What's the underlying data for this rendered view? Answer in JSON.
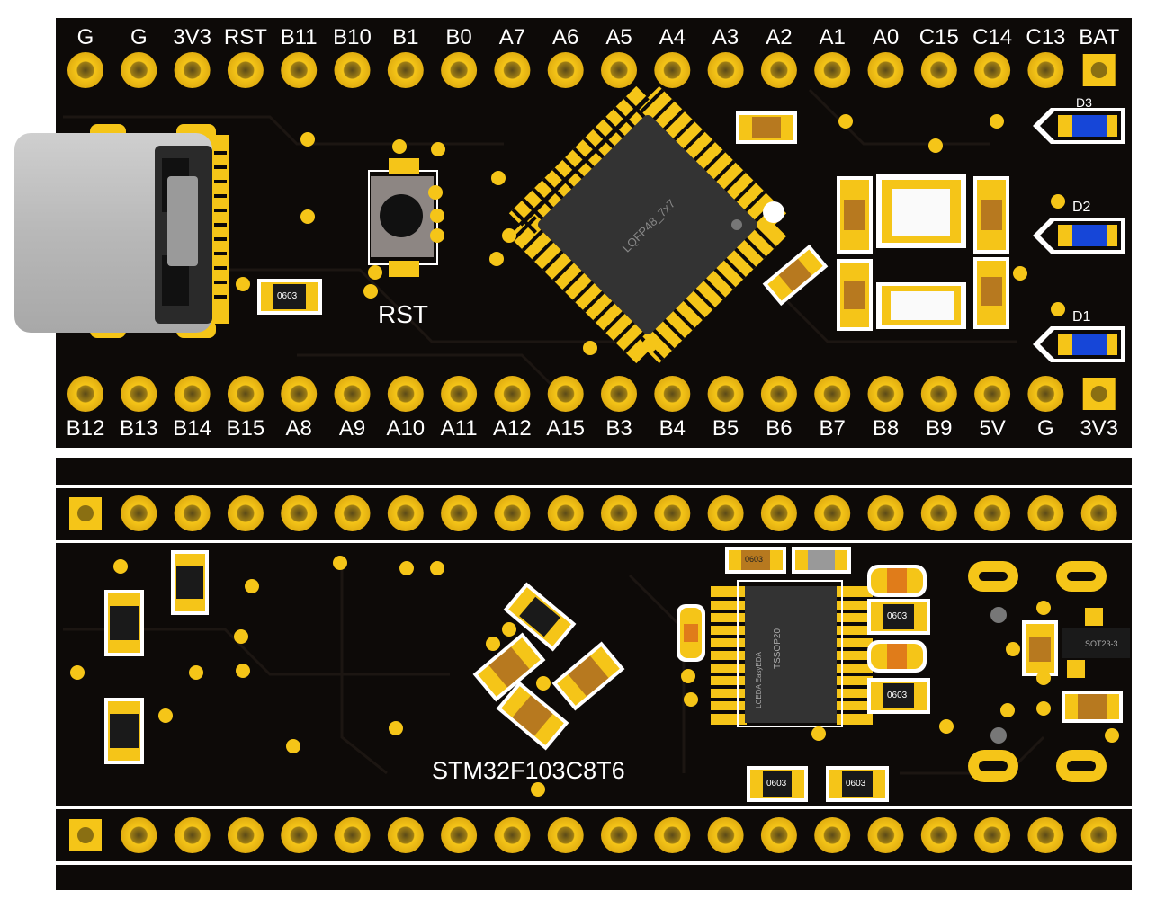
{
  "top_header_pins": [
    "G",
    "G",
    "3V3",
    "RST",
    "B11",
    "B10",
    "B1",
    "B0",
    "A7",
    "A6",
    "A5",
    "A4",
    "A3",
    "A2",
    "A1",
    "A0",
    "C15",
    "C14",
    "C13",
    "BAT"
  ],
  "top_footer_pins": [
    "B12",
    "B13",
    "B14",
    "B15",
    "A8",
    "A9",
    "A10",
    "A11",
    "A12",
    "A15",
    "B3",
    "B4",
    "B5",
    "B6",
    "B7",
    "B8",
    "B9",
    "5V",
    "G",
    "3V3"
  ],
  "reset_label": "RST",
  "led_labels": [
    "D3",
    "D2",
    "D1"
  ],
  "mcu_package": "LQFP48_7x7",
  "mcu_name": "STM32F103C8T6",
  "bridge_package": "TSSOP20",
  "bridge_brand": "LCEDA EasyEDA",
  "regulator_package": "SOT23-3",
  "resistor_size": "0603",
  "colors": {
    "board": "#0d0a08",
    "pad": "#f5c518",
    "silk": "#ffffff",
    "led": "#1646d8"
  }
}
